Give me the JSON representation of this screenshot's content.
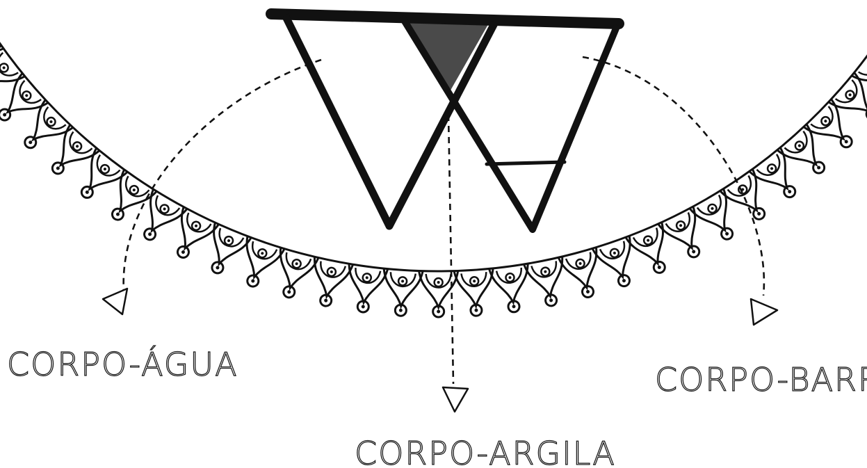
{
  "diagram": {
    "labels": {
      "left": "CORPO-ÁGUA",
      "center": "CORPO-ARGILA",
      "right": "CORPO-BARRO"
    }
  }
}
